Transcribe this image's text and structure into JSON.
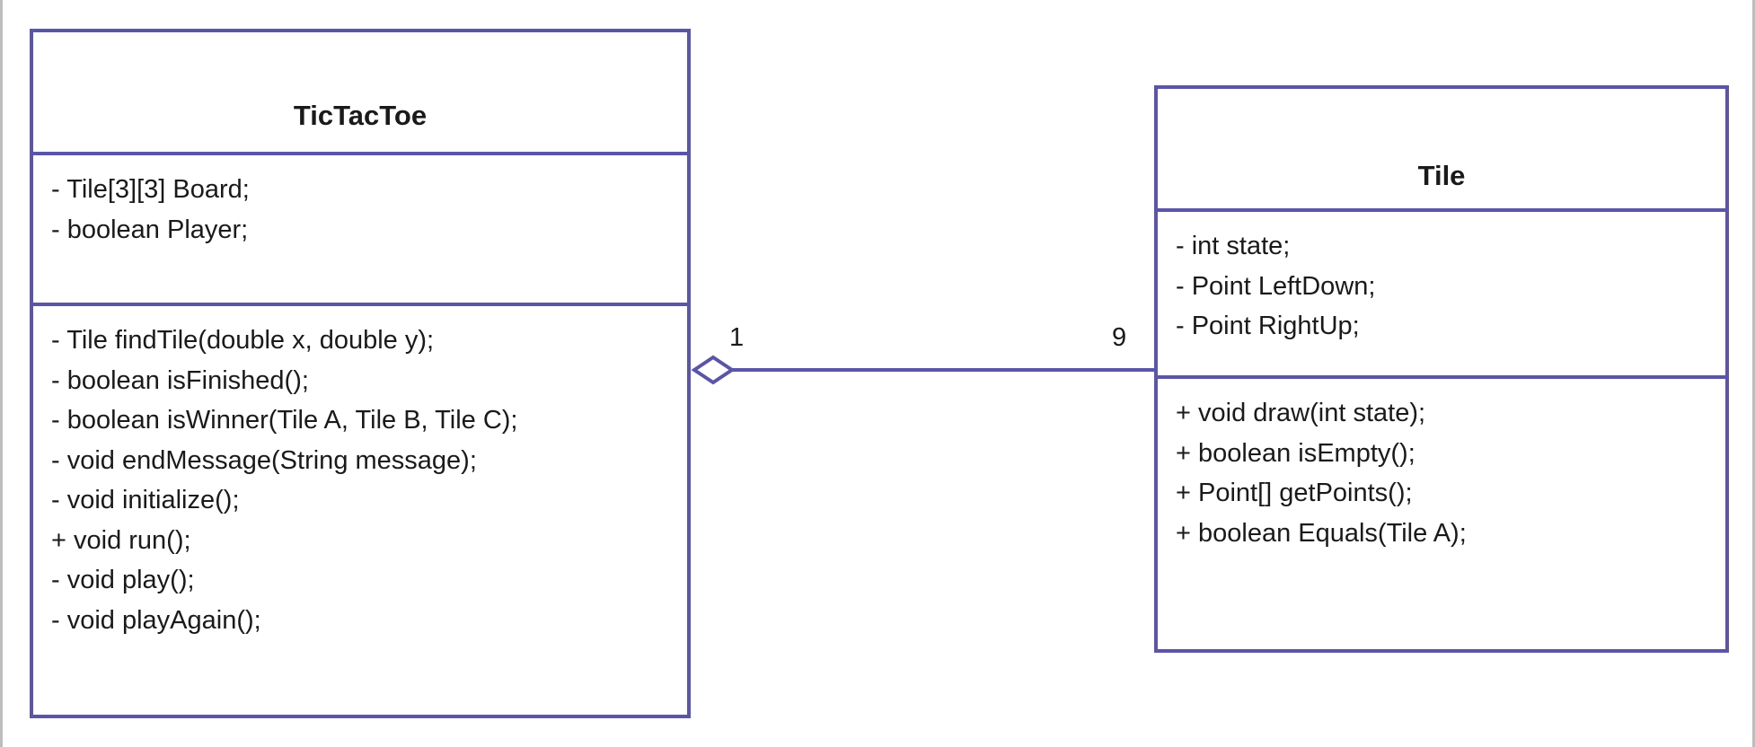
{
  "colors": {
    "border": "#5b55a8",
    "text": "#1a1a1a",
    "background": "#ffffff"
  },
  "classes": [
    {
      "id": "tictactoe",
      "name": "TicTacToe",
      "attributes": [
        "- Tile[3][3] Board;",
        "- boolean Player;"
      ],
      "methods": [
        "- Tile findTile(double x, double y);",
        "- boolean isFinished();",
        "- boolean isWinner(Tile A, Tile B, Tile C);",
        "- void endMessage(String message);",
        "- void initialize();",
        "+ void run();",
        "- void play();",
        "- void playAgain();"
      ]
    },
    {
      "id": "tile",
      "name": "Tile",
      "attributes": [
        "- int state;",
        "- Point LeftDown;",
        "- Point RightUp;"
      ],
      "methods": [
        "+ void draw(int state);",
        "+ boolean isEmpty();",
        "+ Point[] getPoints();",
        "+ boolean Equals(Tile A);"
      ]
    }
  ],
  "association": {
    "type": "aggregation",
    "source_multiplicity": "1",
    "target_multiplicity": "9"
  }
}
